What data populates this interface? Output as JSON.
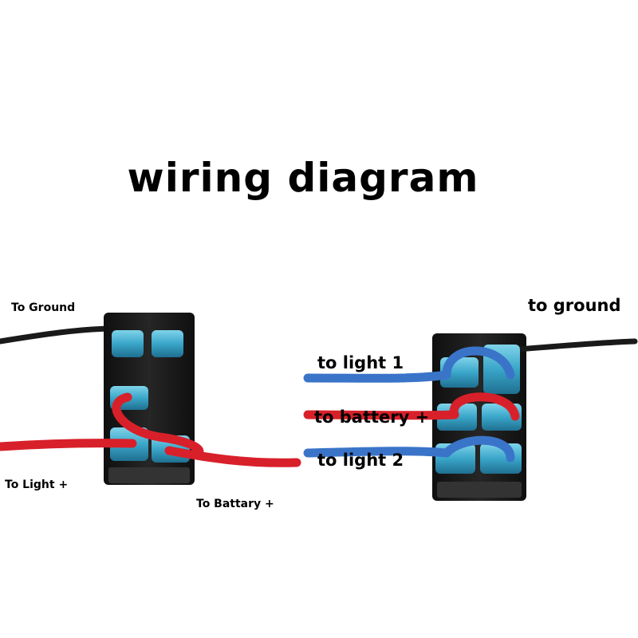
{
  "title": "wiring diagram",
  "left_switch": {
    "label_ground": "To Ground",
    "label_light": "To Light +",
    "label_battery": "To Battary +"
  },
  "right_switch": {
    "label_ground": "to ground",
    "label_light1": "to light 1",
    "label_battery": "to battery +",
    "label_light2": "to light 2"
  },
  "colors": {
    "ground_wire": "#1a1a1a",
    "positive_wire": "#d8202a",
    "light_wire": "#3a74c8",
    "connector": "#3aa6c9",
    "switch_body": "#1b1b1b"
  }
}
